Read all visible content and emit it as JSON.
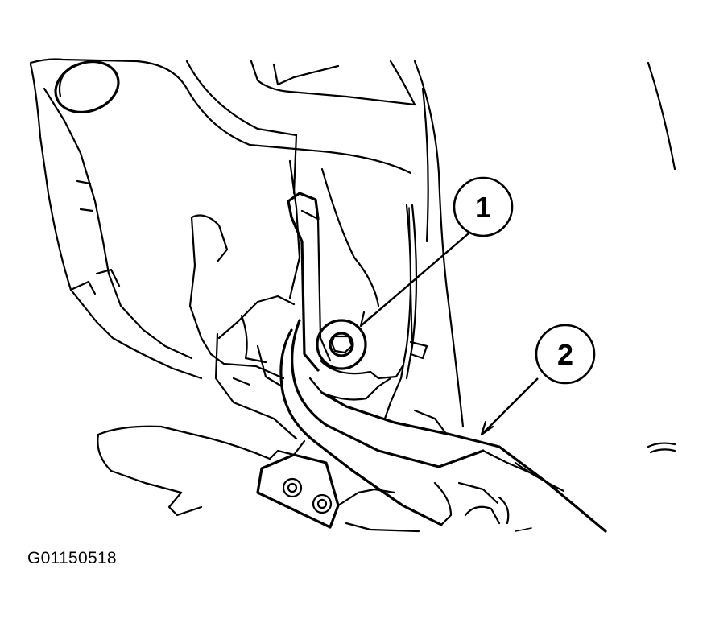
{
  "figure": {
    "code": "G01150518",
    "callouts": [
      {
        "id": "callout-1",
        "label": "1"
      },
      {
        "id": "callout-2",
        "label": "2"
      }
    ]
  }
}
